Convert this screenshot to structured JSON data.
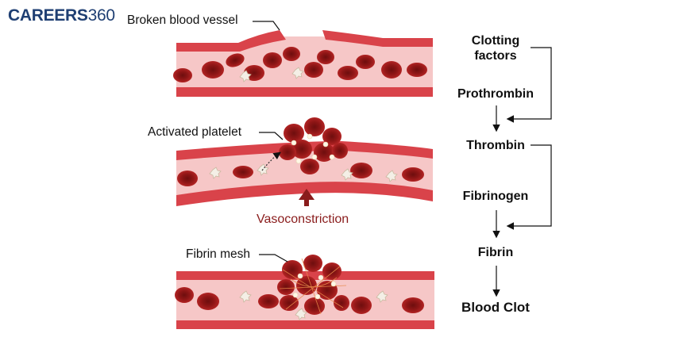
{
  "logo": {
    "brand": "CAREERS",
    "number": "360"
  },
  "labels": {
    "broken_vessel": "Broken blood vessel",
    "activated_platelet": "Activated platelet",
    "vasoconstriction": "Vasoconstriction",
    "fibrin_mesh": "Fibrin mesh"
  },
  "cascade": {
    "clotting_factors_line1": "Clotting",
    "clotting_factors_line2": "factors",
    "prothrombin": "Prothrombin",
    "thrombin": "Thrombin",
    "fibrinogen": "Fibrinogen",
    "fibrin": "Fibrin",
    "blood_clot": "Blood Clot"
  },
  "colors": {
    "vessel_wall": "#d9434a",
    "vessel_lumen": "#f6c7c7",
    "red_cell": "#9b1b1b",
    "red_cell_dark": "#6e0e0e",
    "platelet": "#f4efe6",
    "vaso_arrow": "#8a1c1c",
    "logo": "#1f3f73"
  }
}
